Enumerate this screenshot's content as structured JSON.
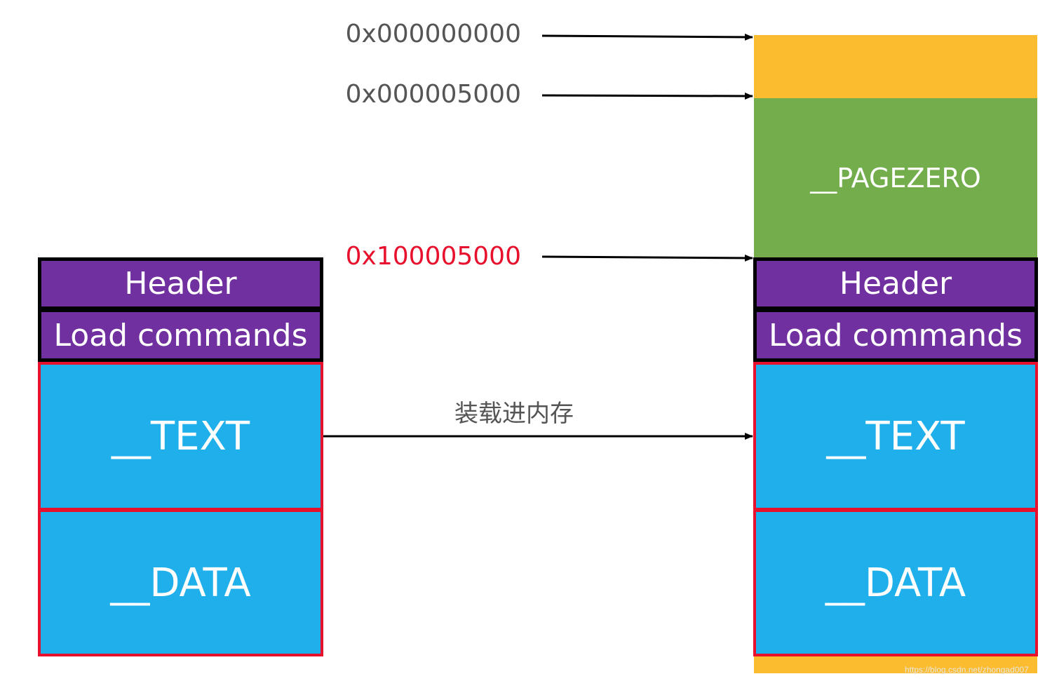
{
  "addresses": {
    "addr_0": "0x000000000",
    "addr_1": "0x000005000",
    "addr_2": "0x100005000"
  },
  "colors": {
    "header_purple": "#7030a0",
    "section_blue": "#1fb0ec",
    "section_border_red": "#e8112d",
    "pagezero_green": "#74ad4c",
    "gap_orange": "#fbbc2f",
    "highlight_address_red": "#e8112d"
  },
  "file_layout": {
    "header": "Header",
    "load_commands": "Load commands",
    "text": "__TEXT",
    "data": "__DATA"
  },
  "memory_layout": {
    "pagezero": "__PAGEZERO",
    "header": "Header",
    "load_commands": "Load commands",
    "text": "__TEXT",
    "data": "__DATA"
  },
  "load_arrow_label": "装载进内存",
  "watermark": "https://blog.csdn.net/zhongad007"
}
